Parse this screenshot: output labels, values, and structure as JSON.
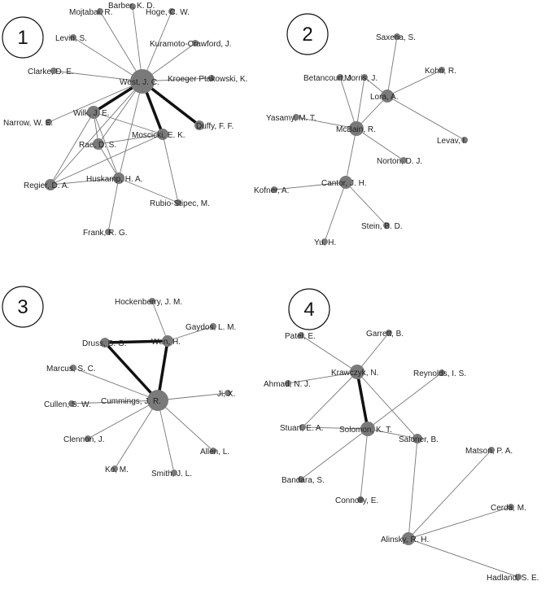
{
  "colors": {
    "node": "#7a7a7a",
    "edge": "#777777",
    "strong_edge": "#111111",
    "text": "#222222",
    "badge_stroke": "#111111"
  },
  "panels": [
    {
      "id": "panel-1",
      "number": "1",
      "nodes": [
        {
          "id": "west",
          "label": "West, J. C."
        },
        {
          "id": "barber",
          "label": "Barber, K. D."
        },
        {
          "id": "mojtabai",
          "label": "Mojtabai, R."
        },
        {
          "id": "hoge",
          "label": "Hoge, C. W."
        },
        {
          "id": "levin",
          "label": "Levin, S."
        },
        {
          "id": "kuramoto",
          "label": "Kuramoto-Crawford, J."
        },
        {
          "id": "clarke",
          "label": "Clarke, D. E."
        },
        {
          "id": "kroeger",
          "label": "Kroeger Ptakowski, K."
        },
        {
          "id": "wilk",
          "label": "Wilk, J. E."
        },
        {
          "id": "narrow",
          "label": "Narrow, W. E."
        },
        {
          "id": "duffy",
          "label": "Duffy, F. F."
        },
        {
          "id": "moscicki",
          "label": "Moscicki, E. K."
        },
        {
          "id": "rae",
          "label": "Rae, D. S."
        },
        {
          "id": "huskamp",
          "label": "Huskamp, H. A."
        },
        {
          "id": "regier",
          "label": "Regier, D. A."
        },
        {
          "id": "rubio",
          "label": "Rubio-Stipec, M."
        },
        {
          "id": "frank",
          "label": "Frank, R. G."
        }
      ],
      "edges": [
        {
          "source": "west",
          "target": "barber",
          "strong": false
        },
        {
          "source": "west",
          "target": "mojtabai",
          "strong": false
        },
        {
          "source": "west",
          "target": "hoge",
          "strong": false
        },
        {
          "source": "west",
          "target": "levin",
          "strong": false
        },
        {
          "source": "west",
          "target": "kuramoto",
          "strong": false
        },
        {
          "source": "west",
          "target": "clarke",
          "strong": false
        },
        {
          "source": "west",
          "target": "kroeger",
          "strong": false
        },
        {
          "source": "west",
          "target": "wilk",
          "strong": true
        },
        {
          "source": "west",
          "target": "narrow",
          "strong": false
        },
        {
          "source": "west",
          "target": "duffy",
          "strong": true
        },
        {
          "source": "west",
          "target": "moscicki",
          "strong": true
        },
        {
          "source": "west",
          "target": "rae",
          "strong": false
        },
        {
          "source": "west",
          "target": "regier",
          "strong": false
        },
        {
          "source": "west",
          "target": "huskamp",
          "strong": false
        },
        {
          "source": "wilk",
          "target": "rae",
          "strong": false
        },
        {
          "source": "wilk",
          "target": "moscicki",
          "strong": false
        },
        {
          "source": "wilk",
          "target": "regier",
          "strong": false
        },
        {
          "source": "wilk",
          "target": "huskamp",
          "strong": false
        },
        {
          "source": "rae",
          "target": "moscicki",
          "strong": false
        },
        {
          "source": "rae",
          "target": "huskamp",
          "strong": false
        },
        {
          "source": "moscicki",
          "target": "regier",
          "strong": false
        },
        {
          "source": "moscicki",
          "target": "rubio",
          "strong": false
        },
        {
          "source": "huskamp",
          "target": "regier",
          "strong": false
        },
        {
          "source": "huskamp",
          "target": "rubio",
          "strong": false
        },
        {
          "source": "huskamp",
          "target": "frank",
          "strong": false
        }
      ]
    },
    {
      "id": "panel-2",
      "number": "2",
      "nodes": [
        {
          "id": "saxena",
          "label": "Saxena, S."
        },
        {
          "id": "kohn",
          "label": "Kohn, R."
        },
        {
          "id": "betancourt",
          "label": "Betancourt, J."
        },
        {
          "id": "morris",
          "label": "Morris, J."
        },
        {
          "id": "lora",
          "label": "Lora, A."
        },
        {
          "id": "yasamy",
          "label": "Yasamy, M. T."
        },
        {
          "id": "mcbain",
          "label": "McBain, R."
        },
        {
          "id": "levav",
          "label": "Levav, I."
        },
        {
          "id": "norton",
          "label": "Norton, D. J."
        },
        {
          "id": "cantor",
          "label": "Cantor, J. H."
        },
        {
          "id": "kofner",
          "label": "Kofner, A."
        },
        {
          "id": "stein",
          "label": "Stein, B. D."
        },
        {
          "id": "yu",
          "label": "Yu, H."
        }
      ],
      "edges": [
        {
          "source": "lora",
          "target": "saxena",
          "strong": false
        },
        {
          "source": "lora",
          "target": "kohn",
          "strong": false
        },
        {
          "source": "lora",
          "target": "morris",
          "strong": false
        },
        {
          "source": "lora",
          "target": "levav",
          "strong": false
        },
        {
          "source": "lora",
          "target": "mcbain",
          "strong": false
        },
        {
          "source": "mcbain",
          "target": "betancourt",
          "strong": false
        },
        {
          "source": "mcbain",
          "target": "morris",
          "strong": false
        },
        {
          "source": "mcbain",
          "target": "yasamy",
          "strong": false
        },
        {
          "source": "mcbain",
          "target": "norton",
          "strong": false
        },
        {
          "source": "mcbain",
          "target": "cantor",
          "strong": false
        },
        {
          "source": "cantor",
          "target": "kofner",
          "strong": false
        },
        {
          "source": "cantor",
          "target": "stein",
          "strong": false
        },
        {
          "source": "cantor",
          "target": "yu",
          "strong": false
        }
      ]
    },
    {
      "id": "panel-3",
      "number": "3",
      "nodes": [
        {
          "id": "hockenberry",
          "label": "Hockenberry, J. M."
        },
        {
          "id": "gaydos",
          "label": "Gaydos, L. M."
        },
        {
          "id": "druss",
          "label": "Druss, B. G."
        },
        {
          "id": "wen",
          "label": "Wen, H."
        },
        {
          "id": "marcus",
          "label": "Marcus, S. C."
        },
        {
          "id": "ji",
          "label": "Ji, X."
        },
        {
          "id": "cummings",
          "label": "Cummings, J. R."
        },
        {
          "id": "cullen",
          "label": "Cullen, S. W."
        },
        {
          "id": "clennon",
          "label": "Clennon, J."
        },
        {
          "id": "allen",
          "label": "Allen, L."
        },
        {
          "id": "ko",
          "label": "Ko, M."
        },
        {
          "id": "smith",
          "label": "Smith, J. L."
        }
      ],
      "edges": [
        {
          "source": "wen",
          "target": "hockenberry",
          "strong": false
        },
        {
          "source": "wen",
          "target": "gaydos",
          "strong": false
        },
        {
          "source": "druss",
          "target": "wen",
          "strong": true
        },
        {
          "source": "druss",
          "target": "cummings",
          "strong": true
        },
        {
          "source": "wen",
          "target": "cummings",
          "strong": true
        },
        {
          "source": "cummings",
          "target": "marcus",
          "strong": false
        },
        {
          "source": "cummings",
          "target": "ji",
          "strong": false
        },
        {
          "source": "cummings",
          "target": "cullen",
          "strong": false
        },
        {
          "source": "cummings",
          "target": "clennon",
          "strong": false
        },
        {
          "source": "cummings",
          "target": "ko",
          "strong": false
        },
        {
          "source": "cummings",
          "target": "smith",
          "strong": false
        },
        {
          "source": "cummings",
          "target": "allen",
          "strong": false
        }
      ]
    },
    {
      "id": "panel-4",
      "number": "4",
      "nodes": [
        {
          "id": "patel",
          "label": "Patel, E."
        },
        {
          "id": "garrett",
          "label": "Garrett, B."
        },
        {
          "id": "krawczyk",
          "label": "Krawczyk, N."
        },
        {
          "id": "reynolds",
          "label": "Reynolds, I. S."
        },
        {
          "id": "ahmad",
          "label": "Ahmad, N. J."
        },
        {
          "id": "stuart",
          "label": "Stuart, E. A."
        },
        {
          "id": "solomon",
          "label": "Solomon, K. T."
        },
        {
          "id": "saloner",
          "label": "Saloner, B."
        },
        {
          "id": "matson",
          "label": "Matson, P. A."
        },
        {
          "id": "bandara",
          "label": "Bandara, S."
        },
        {
          "id": "connolly",
          "label": "Connolly, E."
        },
        {
          "id": "cerda",
          "label": "Cerda, M."
        },
        {
          "id": "alinsky",
          "label": "Alinsky, R. H."
        },
        {
          "id": "hadland",
          "label": "Hadland, S. E."
        }
      ],
      "edges": [
        {
          "source": "krawczyk",
          "target": "patel",
          "strong": false
        },
        {
          "source": "krawczyk",
          "target": "garrett",
          "strong": false
        },
        {
          "source": "krawczyk",
          "target": "ahmad",
          "strong": false
        },
        {
          "source": "krawczyk",
          "target": "stuart",
          "strong": false
        },
        {
          "source": "krawczyk",
          "target": "solomon",
          "strong": true
        },
        {
          "source": "krawczyk",
          "target": "saloner",
          "strong": false
        },
        {
          "source": "solomon",
          "target": "stuart",
          "strong": false
        },
        {
          "source": "solomon",
          "target": "reynolds",
          "strong": false
        },
        {
          "source": "solomon",
          "target": "saloner",
          "strong": false
        },
        {
          "source": "solomon",
          "target": "bandara",
          "strong": false
        },
        {
          "source": "solomon",
          "target": "connolly",
          "strong": false
        },
        {
          "source": "saloner",
          "target": "alinsky",
          "strong": false
        },
        {
          "source": "alinsky",
          "target": "matson",
          "strong": false
        },
        {
          "source": "alinsky",
          "target": "cerda",
          "strong": false
        },
        {
          "source": "alinsky",
          "target": "hadland",
          "strong": false
        }
      ]
    }
  ]
}
